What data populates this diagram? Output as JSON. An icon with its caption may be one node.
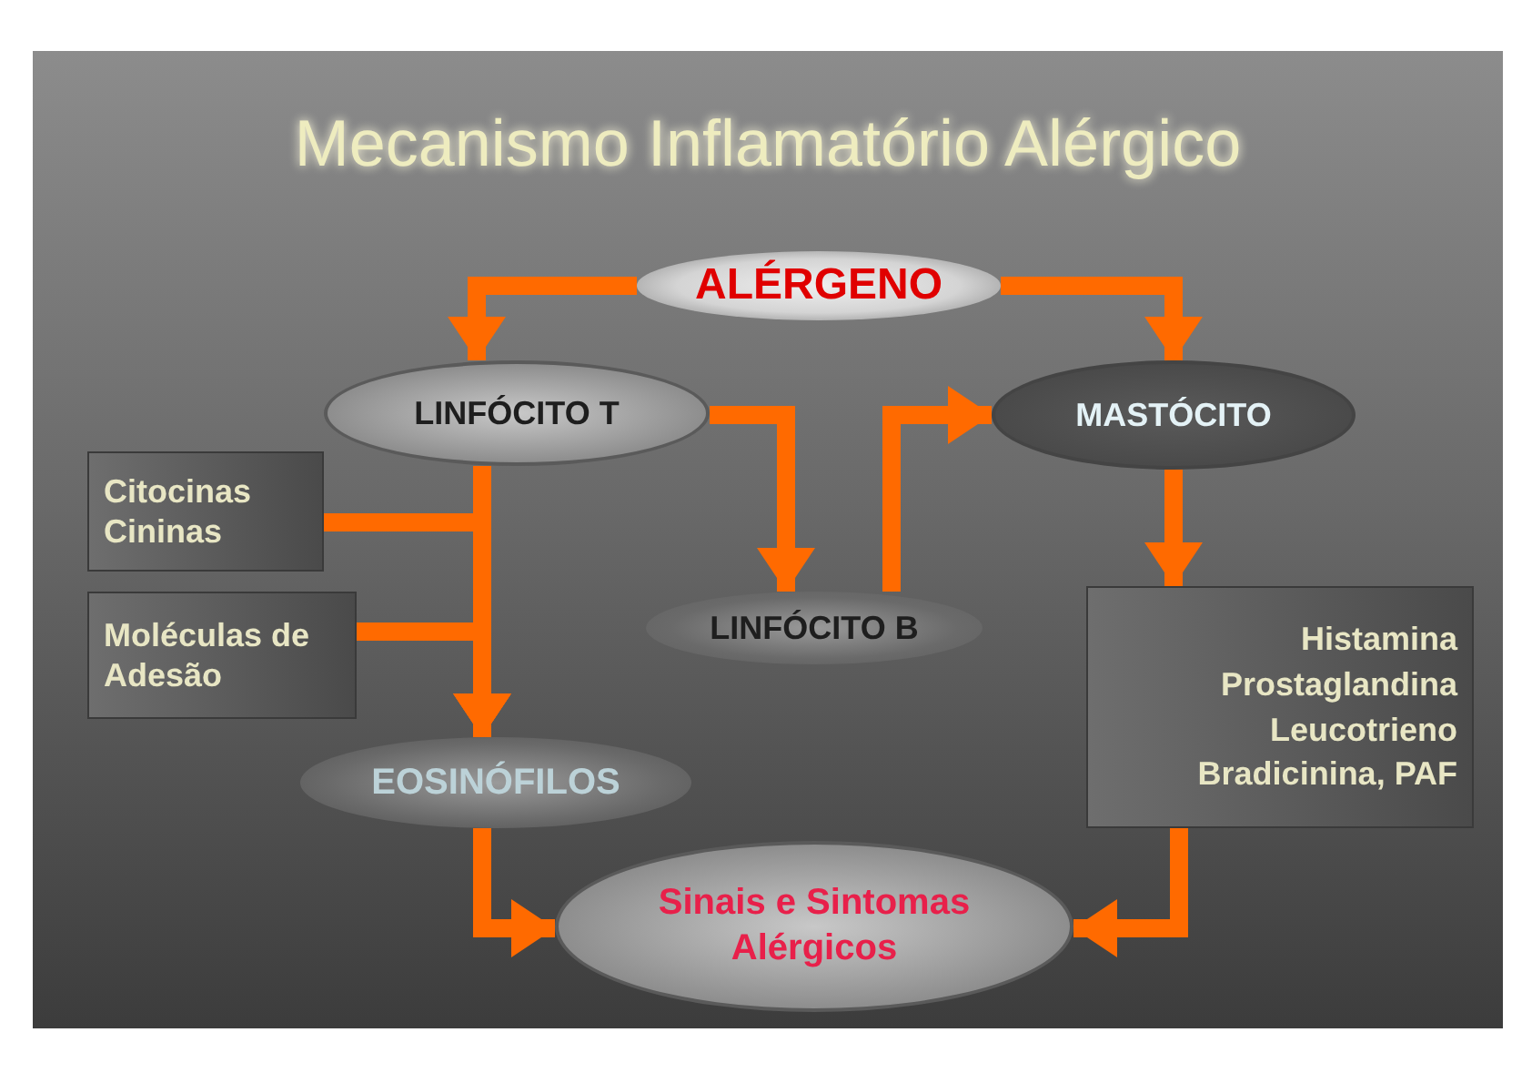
{
  "diagram": {
    "title": "Mecanismo Inflamatório Alérgico",
    "nodes": [
      {
        "text": [
          "ALÉRGENO"
        ]
      },
      {
        "text": [
          "LINFÓCITO T"
        ]
      },
      {
        "text": [
          "MASTÓCITO"
        ]
      },
      {
        "text": [
          "Citocinas Cininas"
        ]
      },
      {
        "text": [
          "LINFÓCITO B"
        ]
      },
      {
        "text": [
          "Moléculas de Adesão"
        ]
      },
      {
        "text": [
          "Histamina Prostaglandina Leucotrieno Bradicinina, PAF"
        ]
      },
      {
        "text": [
          "EOSINÓFILOS"
        ]
      },
      {
        "text": [
          "Sinais e Sintomas Alérgicos"
        ]
      }
    ],
    "edges": [
      {
        "from": 0,
        "to": 1,
        "arrow": "to"
      },
      {
        "from": 0,
        "to": 2,
        "arrow": "to"
      },
      {
        "from": 1,
        "to": 4,
        "arrow": "to"
      },
      {
        "from": 4,
        "to": 2,
        "arrow": "to"
      },
      {
        "from": 2,
        "to": 6,
        "arrow": "to"
      },
      {
        "from": 1,
        "to": 7,
        "arrow": "to"
      },
      {
        "from": 3,
        "to": 7,
        "arrow": "to"
      },
      {
        "from": 5,
        "to": 7,
        "arrow": "to"
      },
      {
        "from": 7,
        "to": 8,
        "arrow": "to"
      },
      {
        "from": 6,
        "to": 8,
        "arrow": "to"
      }
    ]
  }
}
